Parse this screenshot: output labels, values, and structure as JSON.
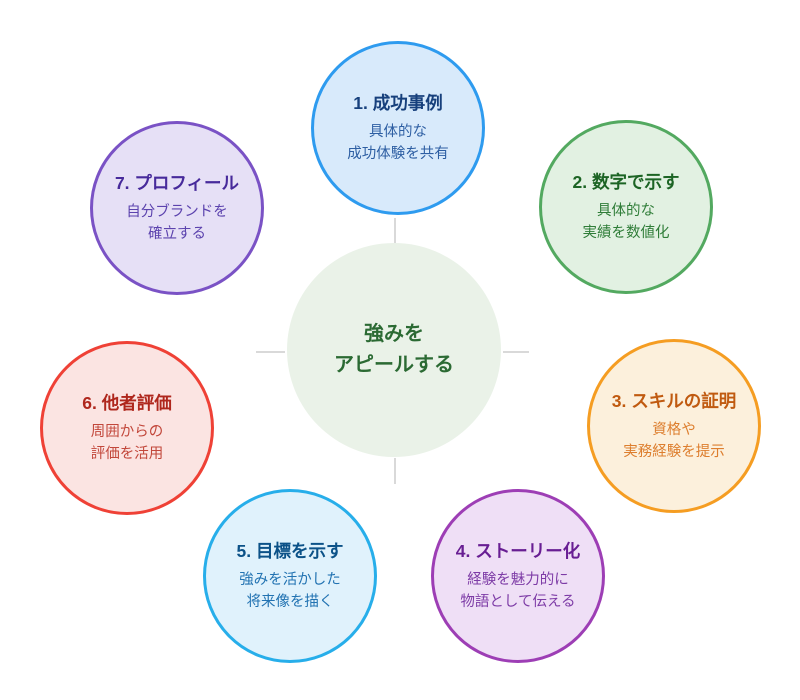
{
  "diagram": {
    "center": {
      "line1": "強みを",
      "line2": "アピールする",
      "bg_color": "#EAF2E8",
      "text_color": "#2B6A33"
    },
    "connector_color": "#D9D9D9",
    "items": [
      {
        "title": "1. 成功事例",
        "sub1": "具体的な",
        "sub2": "成功体験を共有",
        "border_color": "#2E9BEF",
        "bg_color": "#D8EAFB",
        "title_color": "#17407C",
        "sub_color": "#2E5FA3"
      },
      {
        "title": "2. 数字で示す",
        "sub1": "具体的な",
        "sub2": "実績を数値化",
        "border_color": "#53A960",
        "bg_color": "#E2F1E2",
        "title_color": "#1C6424",
        "sub_color": "#2F7D38"
      },
      {
        "title": "3. スキルの証明",
        "sub1": "資格や",
        "sub2": "実務経験を提示",
        "border_color": "#F59D22",
        "bg_color": "#FCF0DC",
        "title_color": "#C05A10",
        "sub_color": "#DD7E2E"
      },
      {
        "title": "4. ストーリー化",
        "sub1": "経験を魅力的に",
        "sub2": "物語として伝える",
        "border_color": "#9D3EB5",
        "bg_color": "#EFDFF6",
        "title_color": "#681E93",
        "sub_color": "#7D3BA6"
      },
      {
        "title": "5. 目標を示す",
        "sub1": "強みを活かした",
        "sub2": "将来像を描く",
        "border_color": "#27AEEA",
        "bg_color": "#E0F2FC",
        "title_color": "#0C5288",
        "sub_color": "#2273B2"
      },
      {
        "title": "6. 他者評価",
        "sub1": "周囲からの",
        "sub2": "評価を活用",
        "border_color": "#EF4136",
        "bg_color": "#FBE4E2",
        "title_color": "#AF271D",
        "sub_color": "#C2473B"
      },
      {
        "title": "7. プロフィール",
        "sub1": "自分ブランドを",
        "sub2": "確立する",
        "border_color": "#7A52C5",
        "bg_color": "#E6E0F6",
        "title_color": "#472A9B",
        "sub_color": "#5C43AE"
      }
    ]
  }
}
